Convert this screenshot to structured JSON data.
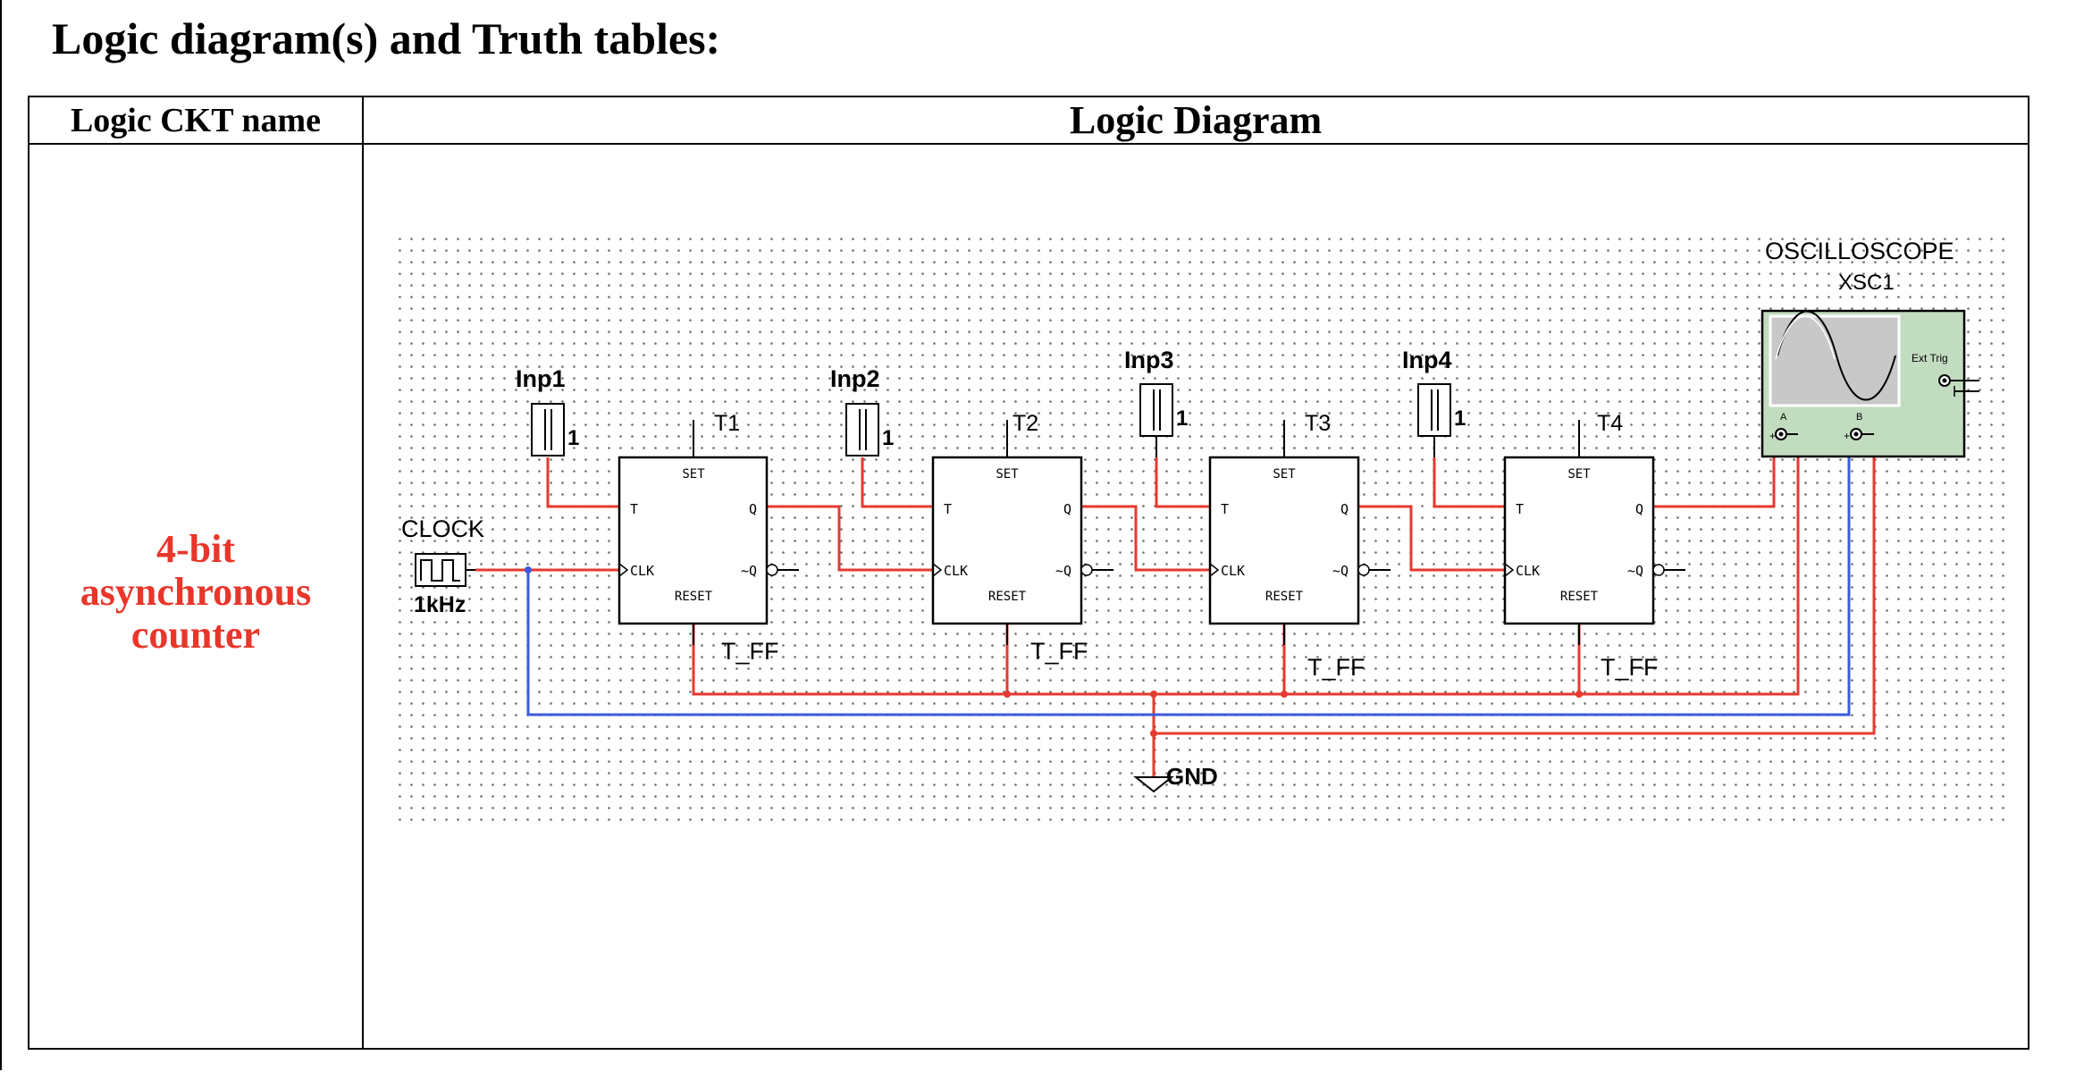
{
  "page_title": "Logic diagram(s) and Truth tables:",
  "table": {
    "col_name_header": "Logic CKT name",
    "col_diagram_header": "Logic Diagram",
    "row": {
      "ckt_name_lines": [
        "4-bit",
        "asynchronous",
        "counter"
      ]
    }
  },
  "diagram": {
    "clock": {
      "label": "CLOCK",
      "freq": "1kHz"
    },
    "inputs": [
      {
        "name": "Inp1",
        "value": "1"
      },
      {
        "name": "Inp2",
        "value": "1"
      },
      {
        "name": "Inp3",
        "value": "1"
      },
      {
        "name": "Inp4",
        "value": "1"
      }
    ],
    "flipflops": [
      {
        "ref": "T1",
        "part": "T_FF"
      },
      {
        "ref": "T2",
        "part": "T_FF"
      },
      {
        "ref": "T3",
        "part": "T_FF"
      },
      {
        "ref": "T4",
        "part": "T_FF"
      }
    ],
    "ff_pins": {
      "set": "SET",
      "reset": "RESET",
      "t": "T",
      "clk": "CLK",
      "q": "Q",
      "qn": "~Q"
    },
    "oscilloscope": {
      "title": "OSCILLOSCOPE",
      "ref": "XSC1",
      "ext_trig": "Ext Trig",
      "channel_a": "A",
      "channel_b": "B"
    },
    "ground": "GND",
    "colors": {
      "wire_red": "#e53a2f",
      "wire_blue": "#3b5bdb",
      "ckt_name": "#e8362b",
      "scope_body": "#c2dcc0",
      "scope_screen": "#c8c8c8"
    }
  }
}
